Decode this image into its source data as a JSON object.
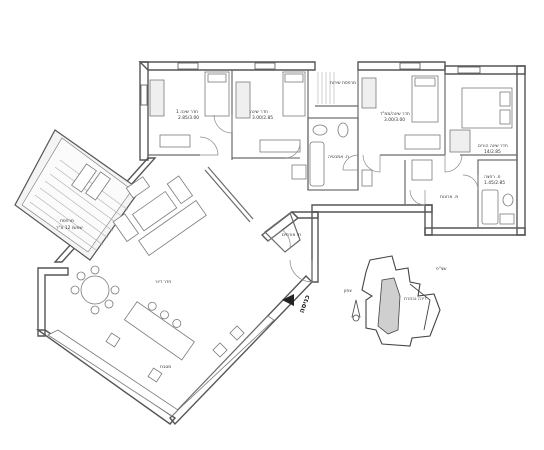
{
  "rooms": {
    "parents_bedroom": {
      "name": "חדר שינה הורים",
      "area": "14/2.85"
    },
    "parents_bath": {
      "name": "ח. רחצה",
      "area": "1.45/2.85"
    },
    "child_bedroom_1": {
      "name": "חדר שינה 1",
      "area": "2.85/3.00"
    },
    "child_bedroom_2": {
      "name": "חדר שינה",
      "area": "3.00/2.85"
    },
    "mamad": {
      "name": "חדר שינה/ממ\"ד",
      "area": "3.00/3.00"
    },
    "bath": {
      "name": "ח. אמבטיה",
      "area": ""
    },
    "laundry": {
      "name": "מרפסת שירות",
      "area": ""
    },
    "corridor": {
      "name": "מ. ארונות",
      "area": ""
    },
    "guest_wc": {
      "name": "ח. אורחים",
      "area": ""
    },
    "living": {
      "name": "חדר דיור",
      "area": ""
    },
    "kitchen": {
      "name": "מטבח",
      "area": ""
    },
    "balcony": {
      "name": "מרפסת",
      "area": "שמש/ 12 מ\"ר"
    }
  },
  "entrance": {
    "label": "כניסה"
  },
  "key_map": {
    "label_a": "צפון",
    "label_b": "דירה נבחרת",
    "label_c": "שצ\"פ"
  },
  "colors": {
    "wall_fill": "#a8a8a8",
    "outline": "#555555",
    "background": "#ffffff"
  }
}
